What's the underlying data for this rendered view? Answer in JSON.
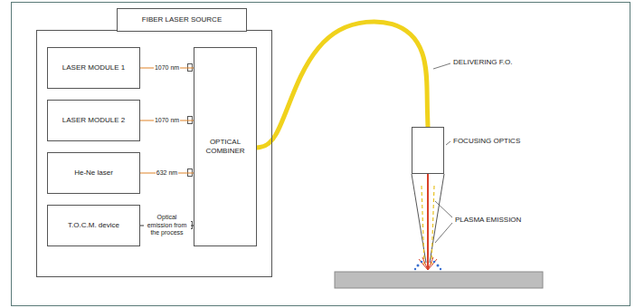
{
  "diagram": {
    "nodes": [
      {
        "text": [
          "FIBER LASER SOURCE"
        ]
      },
      {
        "text": [
          "LASER MODULE 1"
        ],
        "in": 0
      },
      {
        "text": [
          "LASER MODULE 2"
        ],
        "in": 0
      },
      {
        "text": [
          "He-Ne laser"
        ],
        "in": 0
      },
      {
        "text": [
          "T.O.C.M. device"
        ],
        "in": 0
      },
      {
        "text": [
          "OPTICAL COMBINER"
        ],
        "in": 0
      },
      {
        "text": [
          "FOCUSING OPTICS"
        ]
      }
    ],
    "edges": [
      {
        "from": 1,
        "to": 5,
        "label": "1070 nm",
        "arrow": "none"
      },
      {
        "from": 2,
        "to": 5,
        "label": "1070 nm",
        "arrow": "none"
      },
      {
        "from": 3,
        "to": 5,
        "label": "632 nm",
        "arrow": "none"
      },
      {
        "from": 4,
        "to": 5,
        "label": "Optical emission from the process",
        "arrow": "none"
      },
      {
        "from": 5,
        "to": 6,
        "label": "DELIVERING F.O.",
        "arrow": "none"
      }
    ],
    "labels": [
      "PLASMA EMISSION"
    ]
  }
}
